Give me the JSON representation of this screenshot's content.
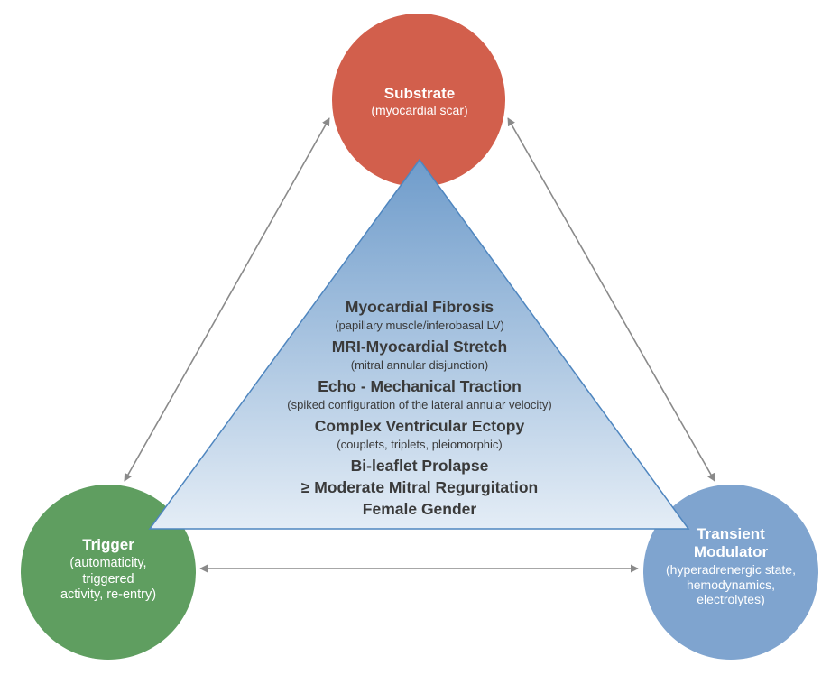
{
  "nodes": {
    "substrate": {
      "title": "Substrate",
      "subtitle": "(myocardial scar)",
      "color": "#d25f4c"
    },
    "trigger": {
      "title": "Trigger",
      "subtitle_lines": [
        "(automaticity,",
        "triggered",
        "activity, re-entry)"
      ],
      "color": "#5f9e60"
    },
    "modulator": {
      "title_lines": [
        "Transient",
        "Modulator"
      ],
      "subtitle_lines": [
        "(hyperadrenergic state,",
        "hemodynamics,",
        "electrolytes)"
      ],
      "color": "#7fa4cf"
    }
  },
  "risk_factors": [
    {
      "title": "Myocardial Fibrosis",
      "subtitle": "(papillary muscle/inferobasal LV)"
    },
    {
      "title": "MRI-Myocardial Stretch",
      "subtitle": "(mitral annular disjunction)"
    },
    {
      "title": "Echo - Mechanical Traction",
      "subtitle": "(spiked configuration of the lateral annular velocity)"
    },
    {
      "title": "Complex Ventricular Ectopy",
      "subtitle": "(couplets, triplets, pleiomorphic)"
    },
    {
      "title": "Bi-leaflet Prolapse",
      "subtitle": ""
    },
    {
      "title": "≥ Moderate Mitral Regurgitation",
      "subtitle": ""
    },
    {
      "title": "Female Gender",
      "subtitle": ""
    }
  ],
  "colors": {
    "triangle_top": "#6f9ccb",
    "triangle_bottom": "#e4edf6",
    "triangle_border": "#4f86bf",
    "arrow": "#8a8a8a",
    "text_dark": "#3a3a3a"
  }
}
